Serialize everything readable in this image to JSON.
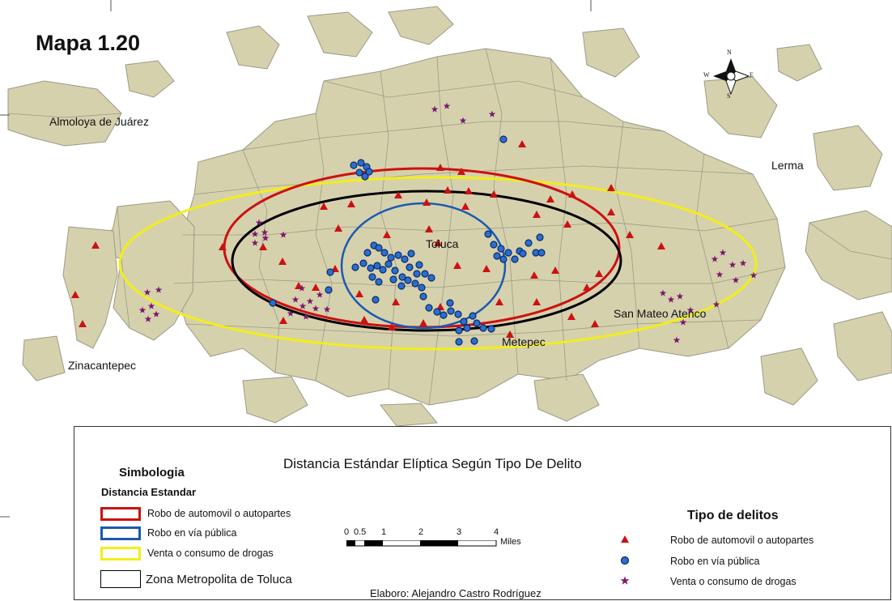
{
  "map": {
    "title": "Mapa 1.20",
    "colors": {
      "urban_fill": "#d6d1ad",
      "boundary": "#9a9a86",
      "robo_auto": "#cc1111",
      "robo_via": "#1a5ab0",
      "drogas": "#7a1a6e",
      "zona": "#000000"
    },
    "places": [
      {
        "name": "Almoloya de Juárez"
      },
      {
        "name": "Lerma"
      },
      {
        "name": "Toluca"
      },
      {
        "name": "San Mateo Atenco"
      },
      {
        "name": "Metepec"
      },
      {
        "name": "Zinacantepec"
      }
    ],
    "compass": {
      "n": "N",
      "s": "S",
      "e": "E",
      "w": "W",
      "icon": "compass-rose-icon"
    }
  },
  "legend": {
    "title": "Distancia Estándar Elíptica Según Tipo De Delito",
    "simbologia": "Simbologia",
    "subtitle": "Distancia Estandar",
    "ellipses": [
      {
        "label": "Robo de automovil o autopartes",
        "color": "#cc1111"
      },
      {
        "label": "Robo en vía pública",
        "color": "#1a5ab0"
      },
      {
        "label": "Venta o consumo de drogas",
        "color": "#f2ee1a"
      },
      {
        "label": "Zona Metropolita de Toluca",
        "color": "#000000"
      }
    ],
    "tipo_title": "Tipo de delitos",
    "tipos": [
      {
        "label": "Robo de automovil o autopartes",
        "icon": "triangle-icon",
        "color": "#cc1111"
      },
      {
        "label": "Robo en vía pública",
        "icon": "circle-icon",
        "color": "#1a5ab0"
      },
      {
        "label": "Venta o consumo de drogas",
        "icon": "star-icon",
        "color": "#7a1a6e"
      }
    ],
    "scale": {
      "ticks": [
        "0",
        "0.5",
        "1",
        "2",
        "3",
        "4"
      ],
      "unit": "Miles"
    },
    "author": "Elaboro: Alejandro Castro Rodríguez"
  }
}
